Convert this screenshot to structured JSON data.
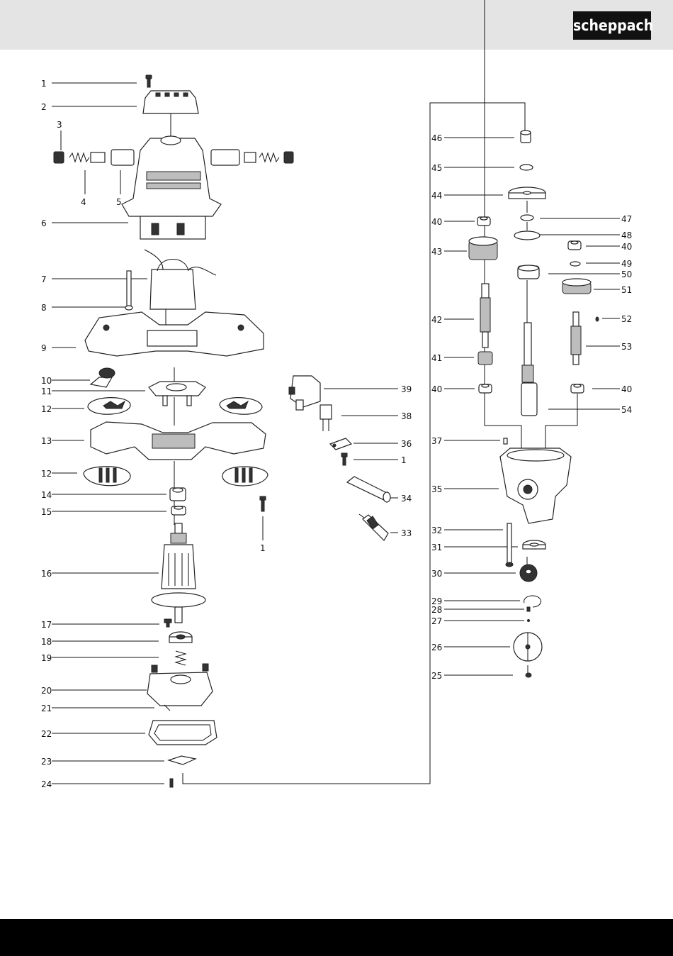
{
  "brand": {
    "logo_text": "scheppach"
  },
  "diagram": {
    "labels": [
      {
        "id": "l1a",
        "text": "1"
      },
      {
        "id": "l2",
        "text": "2"
      },
      {
        "id": "l3",
        "text": "3"
      },
      {
        "id": "l4",
        "text": "4"
      },
      {
        "id": "l5",
        "text": "5"
      },
      {
        "id": "l6",
        "text": "6"
      },
      {
        "id": "l7",
        "text": "7"
      },
      {
        "id": "l8",
        "text": "8"
      },
      {
        "id": "l9",
        "text": "9"
      },
      {
        "id": "l10",
        "text": "10"
      },
      {
        "id": "l11",
        "text": "11"
      },
      {
        "id": "l12a",
        "text": "12"
      },
      {
        "id": "l13",
        "text": "13"
      },
      {
        "id": "l12b",
        "text": "12"
      },
      {
        "id": "l14",
        "text": "14"
      },
      {
        "id": "l15",
        "text": "15"
      },
      {
        "id": "l1b",
        "text": "1"
      },
      {
        "id": "l16",
        "text": "16"
      },
      {
        "id": "l17",
        "text": "17"
      },
      {
        "id": "l18",
        "text": "18"
      },
      {
        "id": "l19",
        "text": "19"
      },
      {
        "id": "l20",
        "text": "20"
      },
      {
        "id": "l21",
        "text": "21"
      },
      {
        "id": "l22",
        "text": "22"
      },
      {
        "id": "l23",
        "text": "23"
      },
      {
        "id": "l24",
        "text": "24"
      },
      {
        "id": "l39",
        "text": "39"
      },
      {
        "id": "l38",
        "text": "38"
      },
      {
        "id": "l36",
        "text": "36"
      },
      {
        "id": "l1c",
        "text": "1"
      },
      {
        "id": "l34",
        "text": "34"
      },
      {
        "id": "l33",
        "text": "33"
      },
      {
        "id": "l46",
        "text": "46"
      },
      {
        "id": "l45",
        "text": "45"
      },
      {
        "id": "l44",
        "text": "44"
      },
      {
        "id": "l40a",
        "text": "40"
      },
      {
        "id": "l47",
        "text": "47"
      },
      {
        "id": "l48",
        "text": "48"
      },
      {
        "id": "l40b",
        "text": "40"
      },
      {
        "id": "l43",
        "text": "43"
      },
      {
        "id": "l49",
        "text": "49"
      },
      {
        "id": "l50",
        "text": "50"
      },
      {
        "id": "l51",
        "text": "51"
      },
      {
        "id": "l42",
        "text": "42"
      },
      {
        "id": "l52",
        "text": "52"
      },
      {
        "id": "l53",
        "text": "53"
      },
      {
        "id": "l41",
        "text": "41"
      },
      {
        "id": "l40c",
        "text": "40"
      },
      {
        "id": "l40d",
        "text": "40"
      },
      {
        "id": "l54",
        "text": "54"
      },
      {
        "id": "l37",
        "text": "37"
      },
      {
        "id": "l35",
        "text": "35"
      },
      {
        "id": "l32",
        "text": "32"
      },
      {
        "id": "l31",
        "text": "31"
      },
      {
        "id": "l30",
        "text": "30"
      },
      {
        "id": "l29",
        "text": "29"
      },
      {
        "id": "l28",
        "text": "28"
      },
      {
        "id": "l27",
        "text": "27"
      },
      {
        "id": "l26",
        "text": "26"
      },
      {
        "id": "l25",
        "text": "25"
      }
    ]
  }
}
